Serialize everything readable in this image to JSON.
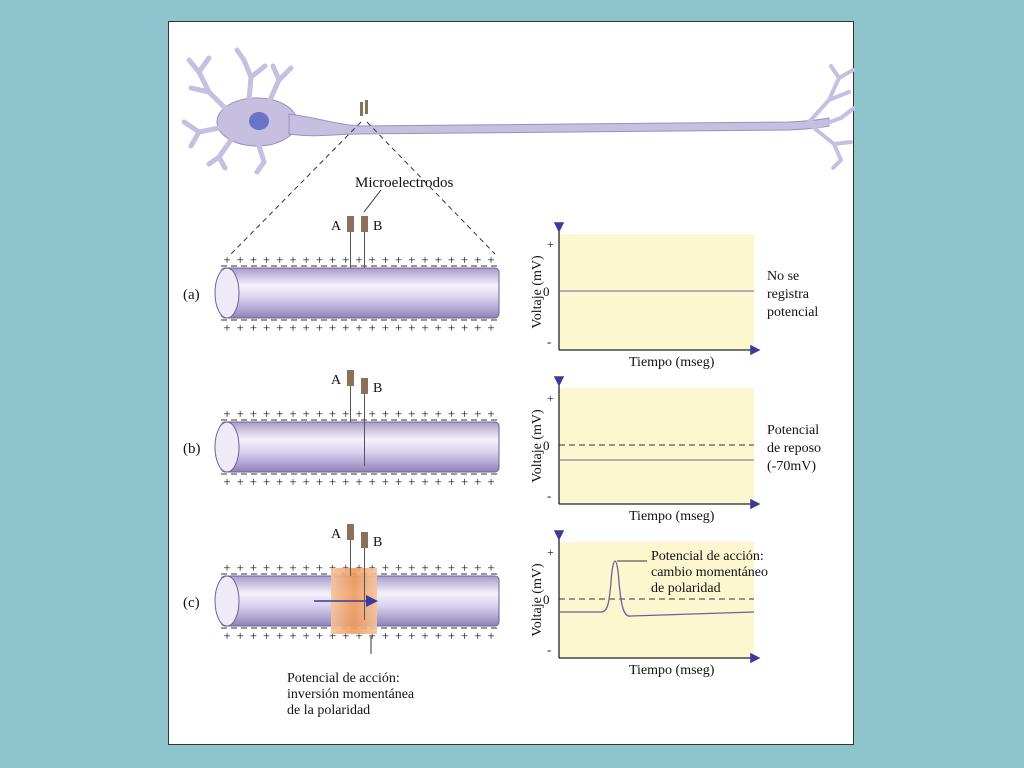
{
  "labels": {
    "microelectrodes": "Microelectrodos",
    "electrode_a": "A",
    "electrode_b": "B"
  },
  "panels": [
    {
      "id": "a",
      "letter": "(a)",
      "note_lines": [
        "No se",
        "registra",
        "potencial"
      ]
    },
    {
      "id": "b",
      "letter": "(b)",
      "note_lines": [
        "Potencial",
        "de reposo",
        "(-70mV)"
      ]
    },
    {
      "id": "c",
      "letter": "(c)",
      "note_lines": [
        "Potencial de acción:",
        "cambio momentáneo",
        "de polaridad"
      ],
      "axon_note_lines": [
        "Potencial de acción:",
        "inversión momentánea",
        "de la polaridad"
      ]
    }
  ],
  "graph": {
    "ylabel": "Voltaje (mV)",
    "xlabel": "Tiempo (mseg)",
    "plus": "+",
    "zero": "0",
    "minus": "-"
  },
  "colors": {
    "background": "#8ec4cc",
    "neuron": "#c7bfe0",
    "nucleus": "#6b73c9",
    "axon": "#d4cdea",
    "graph_bg": "#fdf7cf",
    "electrode": "#8a7258",
    "action_zone": "#f0a36b",
    "arrow": "#3a3a9a"
  }
}
